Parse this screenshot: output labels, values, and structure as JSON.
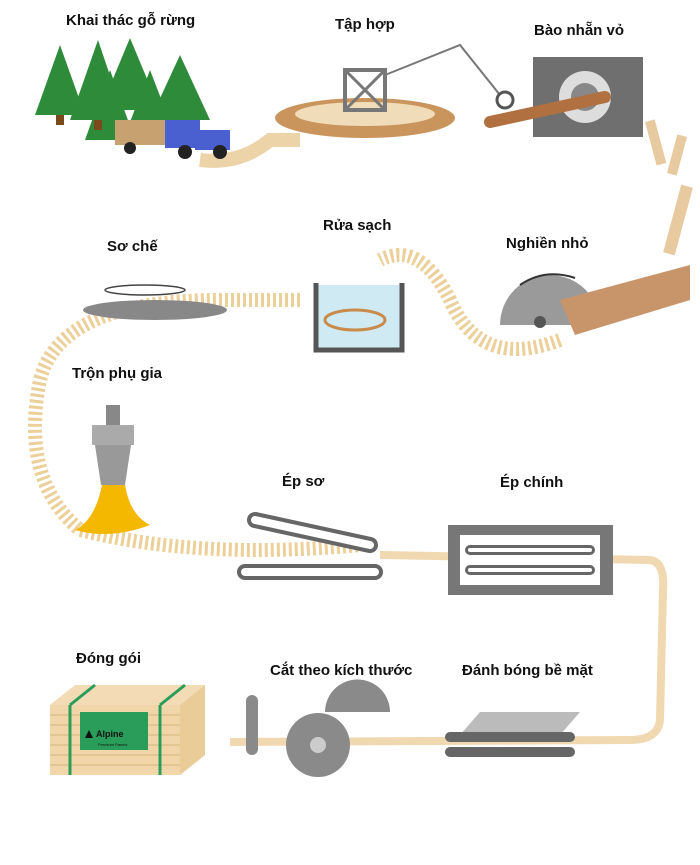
{
  "steps": {
    "logging": "Khai thác gỗ rừng",
    "collecting": "Tập hợp",
    "debarking": "Bào nhẵn vỏ",
    "preprocessing": "Sơ chế",
    "washing": "Rửa sạch",
    "grinding": "Nghiền nhỏ",
    "mixing": "Trộn phụ gia",
    "prepressing": "Ép sơ",
    "main_pressing": "Ép chính",
    "packing": "Đóng gói",
    "cutting": "Cắt theo kích thước",
    "sanding": "Đánh bóng bề mặt"
  },
  "package_logo": {
    "brand": "Alpine",
    "subtitle": "Premium Panels"
  },
  "colors": {
    "wood": "#f2d9a8",
    "chips": "#e8c48a",
    "glue": "#f5b800",
    "machine": "#8c8c8c",
    "strap": "#2a9d5a",
    "tree": "#2e8b3a",
    "truck": "#4a5fd0"
  }
}
